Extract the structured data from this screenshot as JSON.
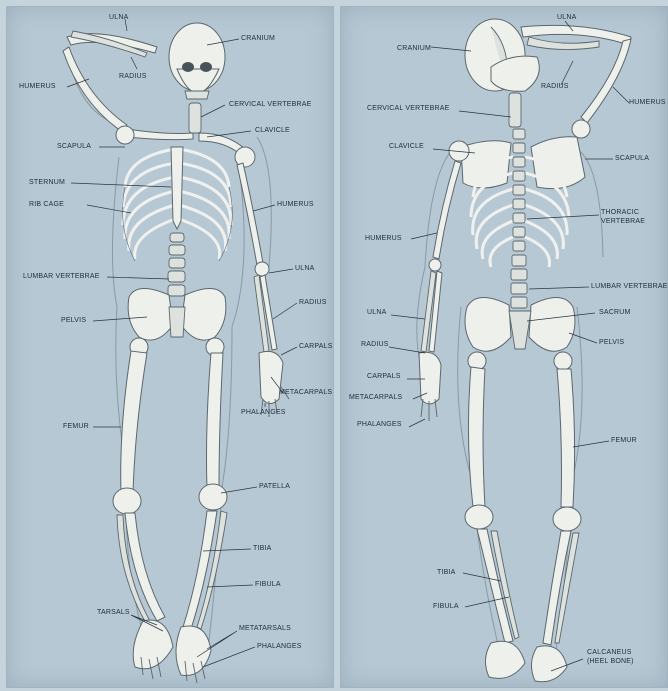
{
  "front": {
    "labels": {
      "ulna_top": "ULNA",
      "radius_top": "RADIUS",
      "humerus_left": "HUMERUS",
      "cranium": "CRANIUM",
      "cervical": "CERVICAL VERTEBRAE",
      "clavicle": "CLAVICLE",
      "scapula": "SCAPULA",
      "sternum": "STERNUM",
      "rib_cage": "RIB CAGE",
      "humerus_right": "HUMERUS",
      "lumbar": "LUMBAR VERTEBRAE",
      "ulna": "ULNA",
      "radius": "RADIUS",
      "pelvis": "PELVIS",
      "carpals": "CARPALS",
      "metacarpals": "METACARPALS",
      "phalanges_hand": "PHALANGES",
      "femur": "FEMUR",
      "patella": "PATELLA",
      "tibia": "TIBIA",
      "fibula": "FIBULA",
      "tarsals": "TARSALS",
      "metatarsals": "METATARSALS",
      "phalanges_foot": "PHALANGES"
    }
  },
  "back": {
    "labels": {
      "ulna_top": "ULNA",
      "cranium": "CRANIUM",
      "radius_top": "RADIUS",
      "humerus_right": "HUMERUS",
      "cervical": "CERVICAL VERTEBRAE",
      "scapula": "SCAPULA",
      "clavicle": "CLAVICLE",
      "thoracic": "THORACIC",
      "thoracic2": "VERTEBRAE",
      "humerus_left": "HUMERUS",
      "lumbar": "LUMBAR VERTEBRAE",
      "ulna": "ULNA",
      "sacrum": "SACRUM",
      "pelvis": "PELVIS",
      "radius": "RADIUS",
      "carpals": "CARPALS",
      "metacarpals": "METACARPALS",
      "phalanges": "PHALANGES",
      "femur": "FEMUR",
      "tibia": "TIBIA",
      "fibula": "FIBULA",
      "calcaneus": "CALCANEUS",
      "calcaneus2": "(HEEL BONE)"
    }
  }
}
